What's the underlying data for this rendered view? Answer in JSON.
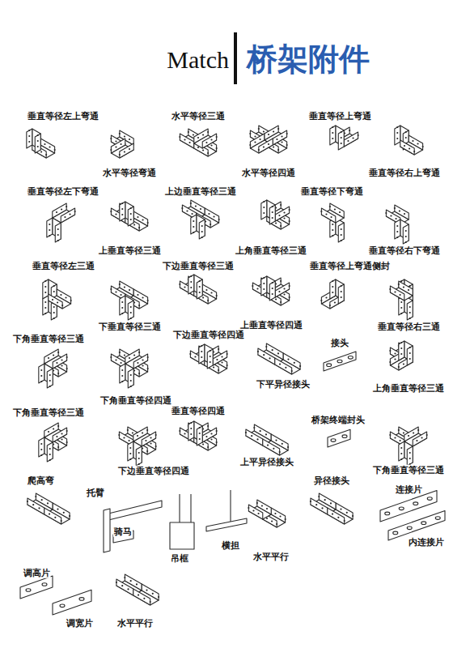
{
  "diagram": {
    "title": "桥架附件",
    "labels": [
      "Match",
      "垂直等径左上弯通",
      "水平等径三通",
      "垂直等径上弯通",
      "水平等径弯通",
      "水平等径四通",
      "垂直等径右上弯通",
      "垂直等径左下弯通",
      "上边垂直等径三通",
      "垂直等径下弯通",
      "上垂直等径三通",
      "上角垂直等径三通",
      "垂直等径右下弯通",
      "垂直等径左三通",
      "下边垂直等径三通",
      "垂直等径上弯通侧封",
      "下垂直等径三通",
      "上垂直等径四通",
      "垂直等径右三通",
      "下角垂直等径三通",
      "下边垂直等径四通",
      "接头",
      "下角垂直等径四通",
      "下平异径接头",
      "上角垂直等径三通",
      "下角垂直等径三通",
      "垂直等径四通",
      "桥架终端封头",
      "上平异径接头",
      "下边垂直等径四通",
      "下角垂直等径三通",
      "爬高弯",
      "托臂",
      "异径接头",
      "连接片",
      "骑马",
      "吊框",
      "横担",
      "水平平行",
      "内连接片",
      "调高片",
      "调宽片",
      "水平平行"
    ]
  }
}
